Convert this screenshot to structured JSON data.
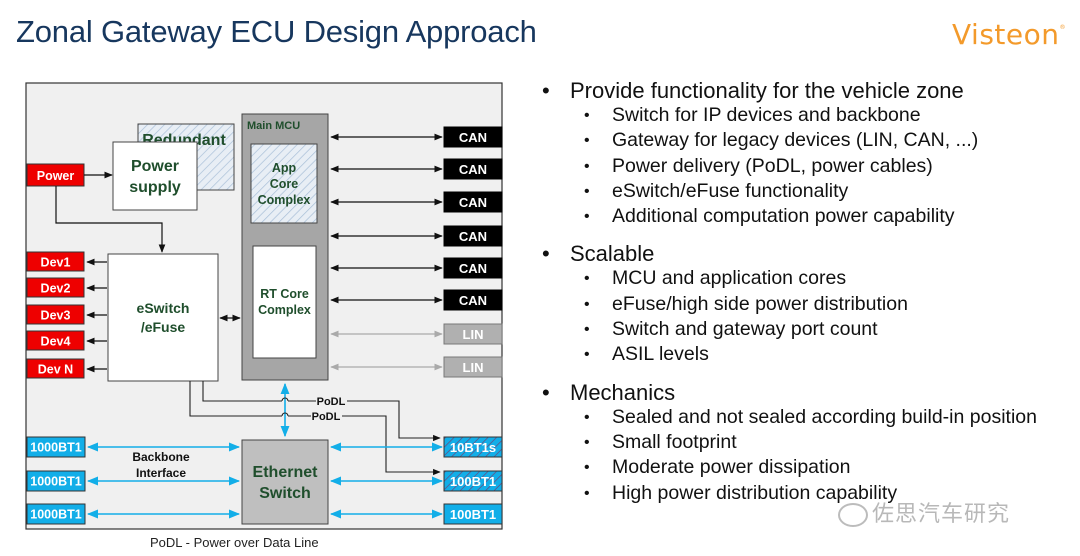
{
  "header": {
    "title": "Zonal Gateway ECU Design Approach",
    "logo": "Visteon",
    "logo_mark": "®"
  },
  "colors": {
    "title": "#17375e",
    "logo": "#f39a2b",
    "red_block": "#ee0000",
    "blue_block": "#12aee8",
    "block_text_green": "#1f4e2c",
    "gray_block": "#a6a6a6",
    "lin_gray": "#b0b0b0"
  },
  "diagram": {
    "power_input": "Power",
    "power_supply": [
      "Power",
      "supply"
    ],
    "redundant": "Redundant",
    "main_mcu": "Main MCU",
    "app_core": [
      "App",
      "Core",
      "Complex"
    ],
    "rt_core": [
      "RT Core",
      "Complex"
    ],
    "eswitch": [
      "eSwitch",
      "/eFuse"
    ],
    "devices": [
      "Dev1",
      "Dev2",
      "Dev3",
      "Dev4",
      "Dev N"
    ],
    "bus_ports": [
      {
        "label": "CAN",
        "type": "can"
      },
      {
        "label": "CAN",
        "type": "can"
      },
      {
        "label": "CAN",
        "type": "can"
      },
      {
        "label": "CAN",
        "type": "can"
      },
      {
        "label": "CAN",
        "type": "can"
      },
      {
        "label": "CAN",
        "type": "can"
      },
      {
        "label": "LIN",
        "type": "lin"
      },
      {
        "label": "LIN",
        "type": "lin"
      }
    ],
    "ethernet_switch": [
      "Ethernet",
      "Switch"
    ],
    "backbone_label": [
      "Backbone",
      "Interface"
    ],
    "backbone_ports": [
      "1000BT1",
      "1000BT1",
      "1000BT1"
    ],
    "edge_ports": [
      {
        "label": "10BT1s",
        "podl": true
      },
      {
        "label": "100BT1",
        "podl": true
      },
      {
        "label": "100BT1",
        "podl": false
      }
    ],
    "podl_labels": [
      "PoDL",
      "PoDL"
    ],
    "caption": "PoDL - Power over Data Line"
  },
  "bullets": [
    {
      "text": "Provide functionality for the vehicle zone",
      "children": [
        "Switch for IP devices and backbone",
        "Gateway for legacy devices (LIN, CAN, ...)",
        "Power delivery (PoDL, power cables)",
        "eSwitch/eFuse functionality",
        "Additional computation power capability"
      ]
    },
    {
      "text": "Scalable",
      "children": [
        "MCU and application cores",
        "eFuse/high side power distribution",
        "Switch and gateway port count",
        "ASIL levels"
      ]
    },
    {
      "text": "Mechanics",
      "children": [
        "Sealed and not sealed according build-in position",
        "Small footprint",
        "Moderate power dissipation",
        "High power distribution capability"
      ]
    }
  ],
  "watermark": "佐思汽车研究"
}
